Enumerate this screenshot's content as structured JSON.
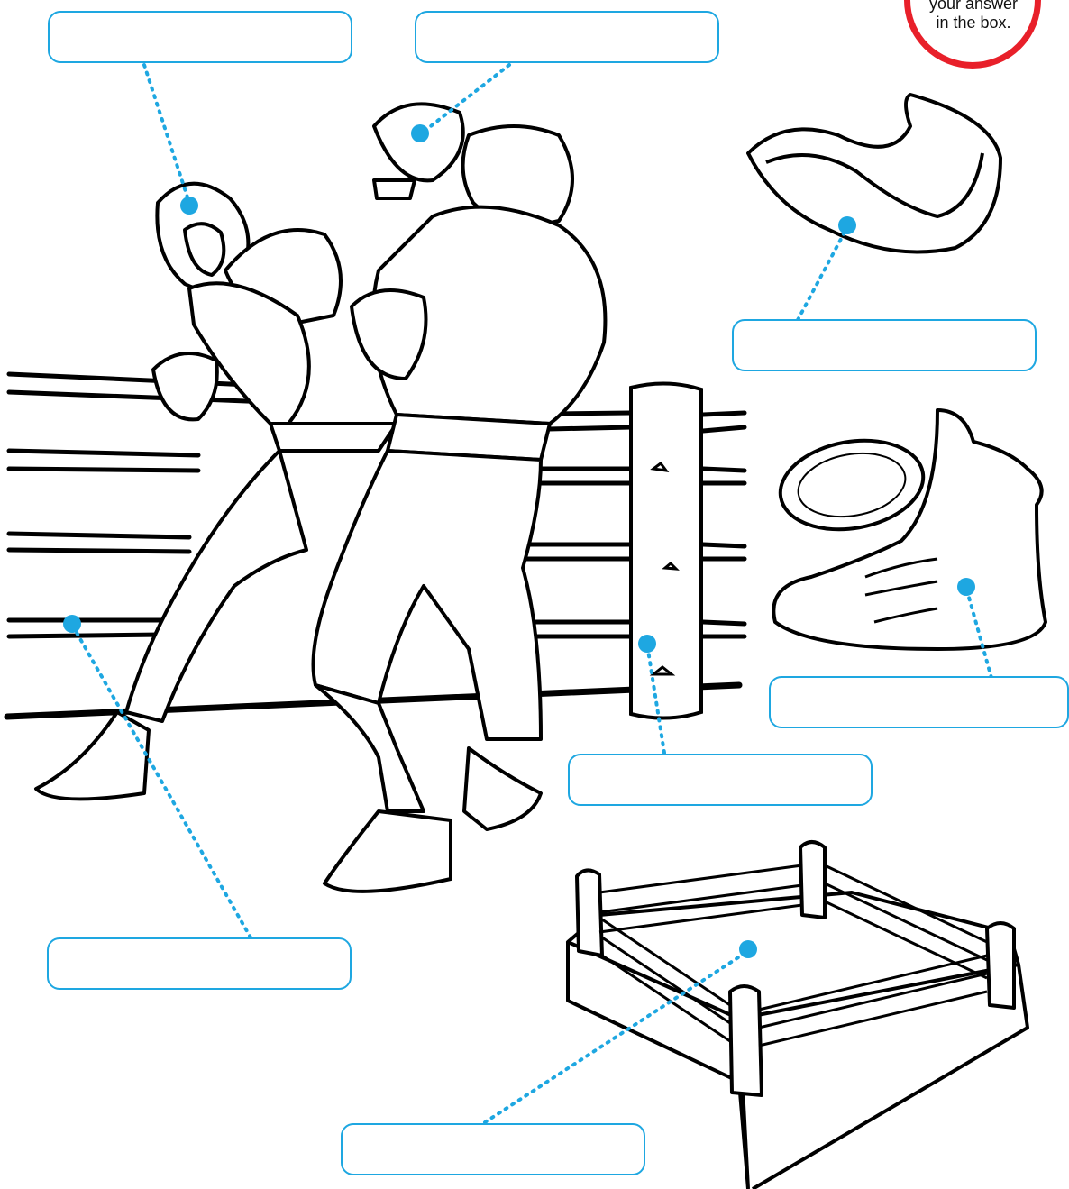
{
  "instruction_badge": {
    "text_line_1": "your answer",
    "text_line_2": "in the box.",
    "border_color": "#e8202a"
  },
  "accent_color": "#1ea7e1",
  "answer_boxes": [
    {
      "id": "headgear",
      "value": ""
    },
    {
      "id": "boxing-glove",
      "value": ""
    },
    {
      "id": "mouthguard",
      "value": ""
    },
    {
      "id": "boxing-shoe",
      "value": ""
    },
    {
      "id": "corner-post",
      "value": ""
    },
    {
      "id": "ropes",
      "value": ""
    },
    {
      "id": "boxing-ring",
      "value": ""
    }
  ]
}
